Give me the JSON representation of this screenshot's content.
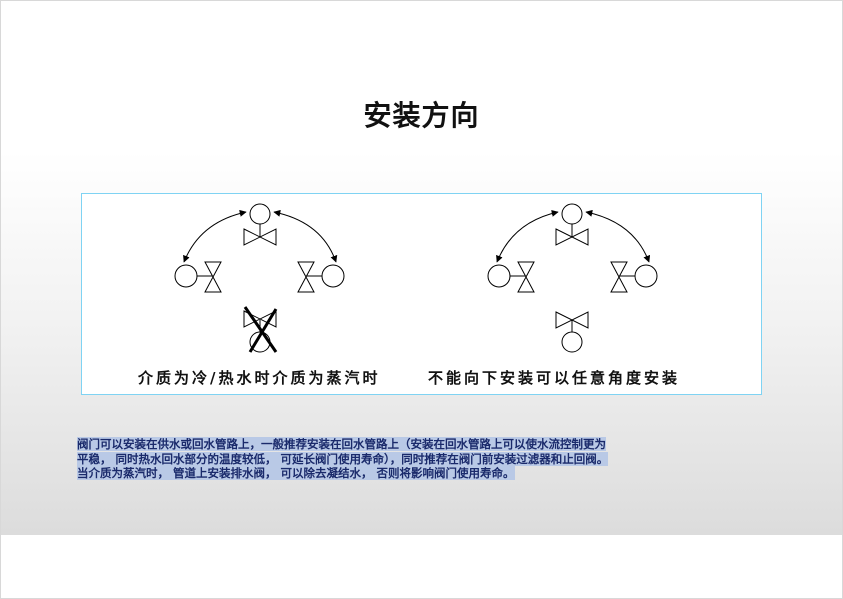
{
  "title": "安装方向",
  "diagram": {
    "left_caption": "介质为冷/热水时介质为蒸汽时",
    "right_caption": "不能向下安装可以任意角度安装"
  },
  "paragraph": {
    "line1": "阀门可以安装在供水或回水管路上，一般推荐安装在回水管路上（安装在回水管路上可以使水流控制更为",
    "line2": "平稳， 同时热水回水部分的温度较低， 可延长阀门使用寿命），同时推荐在阀门前安装过滤器和止回阀。",
    "line3": "当介质为蒸汽时， 管道上安装排水阀， 可以除去凝结水， 否则将影响阀门使用寿命。"
  },
  "colors": {
    "box_border": "#7fd3f3",
    "highlight": "#b9c9e6",
    "paragraph_text": "#1a2a6b"
  },
  "icons": [
    "valve-icon",
    "cross-out-icon",
    "arrow-icon"
  ]
}
